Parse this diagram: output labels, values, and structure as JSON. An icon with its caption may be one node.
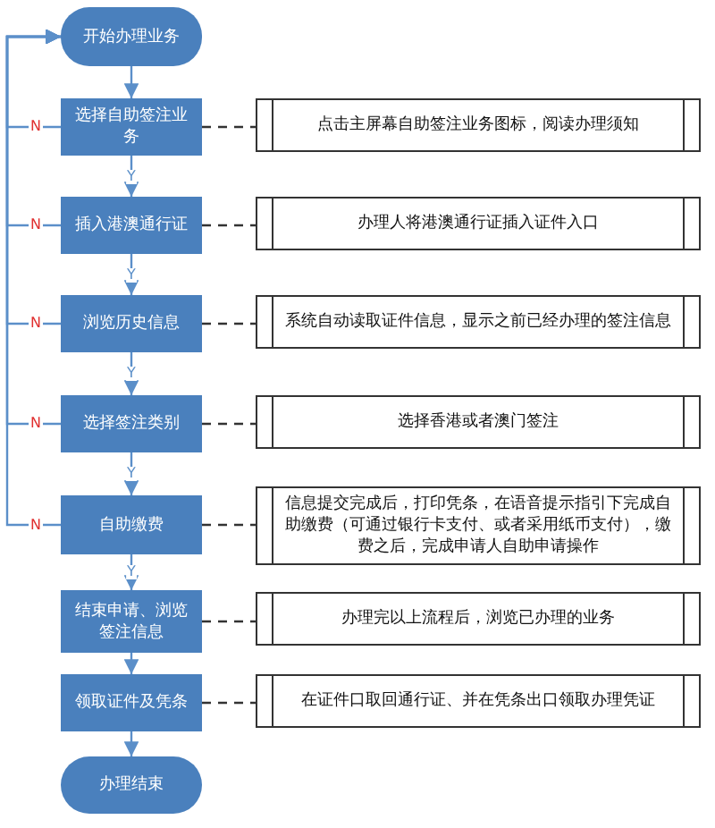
{
  "diagram": {
    "nodes": [
      {
        "text": [
          "开始办理业务"
        ]
      },
      {
        "text": [
          "选择自助签注业务"
        ]
      },
      {
        "text": [
          "点击主屏幕自助签注业务图标，阅读办理须知"
        ]
      },
      {
        "text": [
          "插入港澳通行证"
        ]
      },
      {
        "text": [
          "办理人将港澳通行证插入证件入口"
        ]
      },
      {
        "text": [
          "浏览历史信息"
        ]
      },
      {
        "text": [
          "系统自动读取证件信息，显示之前已经办理的签注信息"
        ]
      },
      {
        "text": [
          "选择签注类别"
        ]
      },
      {
        "text": [
          "选择香港或者澳门签注"
        ]
      },
      {
        "text": [
          "自助缴费"
        ]
      },
      {
        "text": [
          "信息提交完成后，打印凭条，在语音提示指引下完成自助缴费（可通过银行卡支付、或者采用纸币支付），缴费之后，完成申请人自助申请操作"
        ]
      },
      {
        "text": [
          "结束申请、浏览签注信息"
        ]
      },
      {
        "text": [
          "办理完以上流程后，浏览已办理的业务"
        ]
      },
      {
        "text": [
          "领取证件及凭条"
        ]
      },
      {
        "text": [
          "在证件口取回通行证、并在凭条出口领取办理凭证"
        ]
      },
      {
        "text": [
          "办理结束"
        ]
      }
    ],
    "edges": [
      {
        "from": 0,
        "to": 1,
        "arrow": "to"
      },
      {
        "from": 1,
        "to": 3,
        "arrow": "to",
        "label": "Y"
      },
      {
        "from": 3,
        "to": 5,
        "arrow": "to",
        "label": "Y"
      },
      {
        "from": 5,
        "to": 7,
        "arrow": "to",
        "label": "Y"
      },
      {
        "from": 7,
        "to": 9,
        "arrow": "to",
        "label": "Y"
      },
      {
        "from": 9,
        "to": 11,
        "arrow": "to",
        "label": "Y"
      },
      {
        "from": 11,
        "to": 13,
        "arrow": "to"
      },
      {
        "from": 13,
        "to": 15,
        "arrow": "to"
      },
      {
        "from": 1,
        "to": 2,
        "arrow": "none",
        "style": "dashed",
        "color": "#333333"
      },
      {
        "from": 3,
        "to": 4,
        "arrow": "none",
        "style": "dashed",
        "color": "#333333"
      },
      {
        "from": 5,
        "to": 6,
        "arrow": "none",
        "style": "dashed",
        "color": "#333333"
      },
      {
        "from": 7,
        "to": 8,
        "arrow": "none",
        "style": "dashed",
        "color": "#333333"
      },
      {
        "from": 9,
        "to": 10,
        "arrow": "none",
        "style": "dashed",
        "color": "#333333"
      },
      {
        "from": 11,
        "to": 12,
        "arrow": "none",
        "style": "dashed",
        "color": "#333333"
      },
      {
        "from": 13,
        "to": 14,
        "arrow": "none",
        "style": "dashed",
        "color": "#333333"
      },
      {
        "from": 1,
        "to": 0,
        "arrow": "to",
        "label": "N"
      },
      {
        "from": 3,
        "to": 0,
        "arrow": "to",
        "label": "N"
      },
      {
        "from": 5,
        "to": 0,
        "arrow": "to",
        "label": "N"
      },
      {
        "from": 7,
        "to": 0,
        "arrow": "to",
        "label": "N"
      },
      {
        "from": 9,
        "to": 0,
        "arrow": "to",
        "label": "N"
      }
    ]
  }
}
